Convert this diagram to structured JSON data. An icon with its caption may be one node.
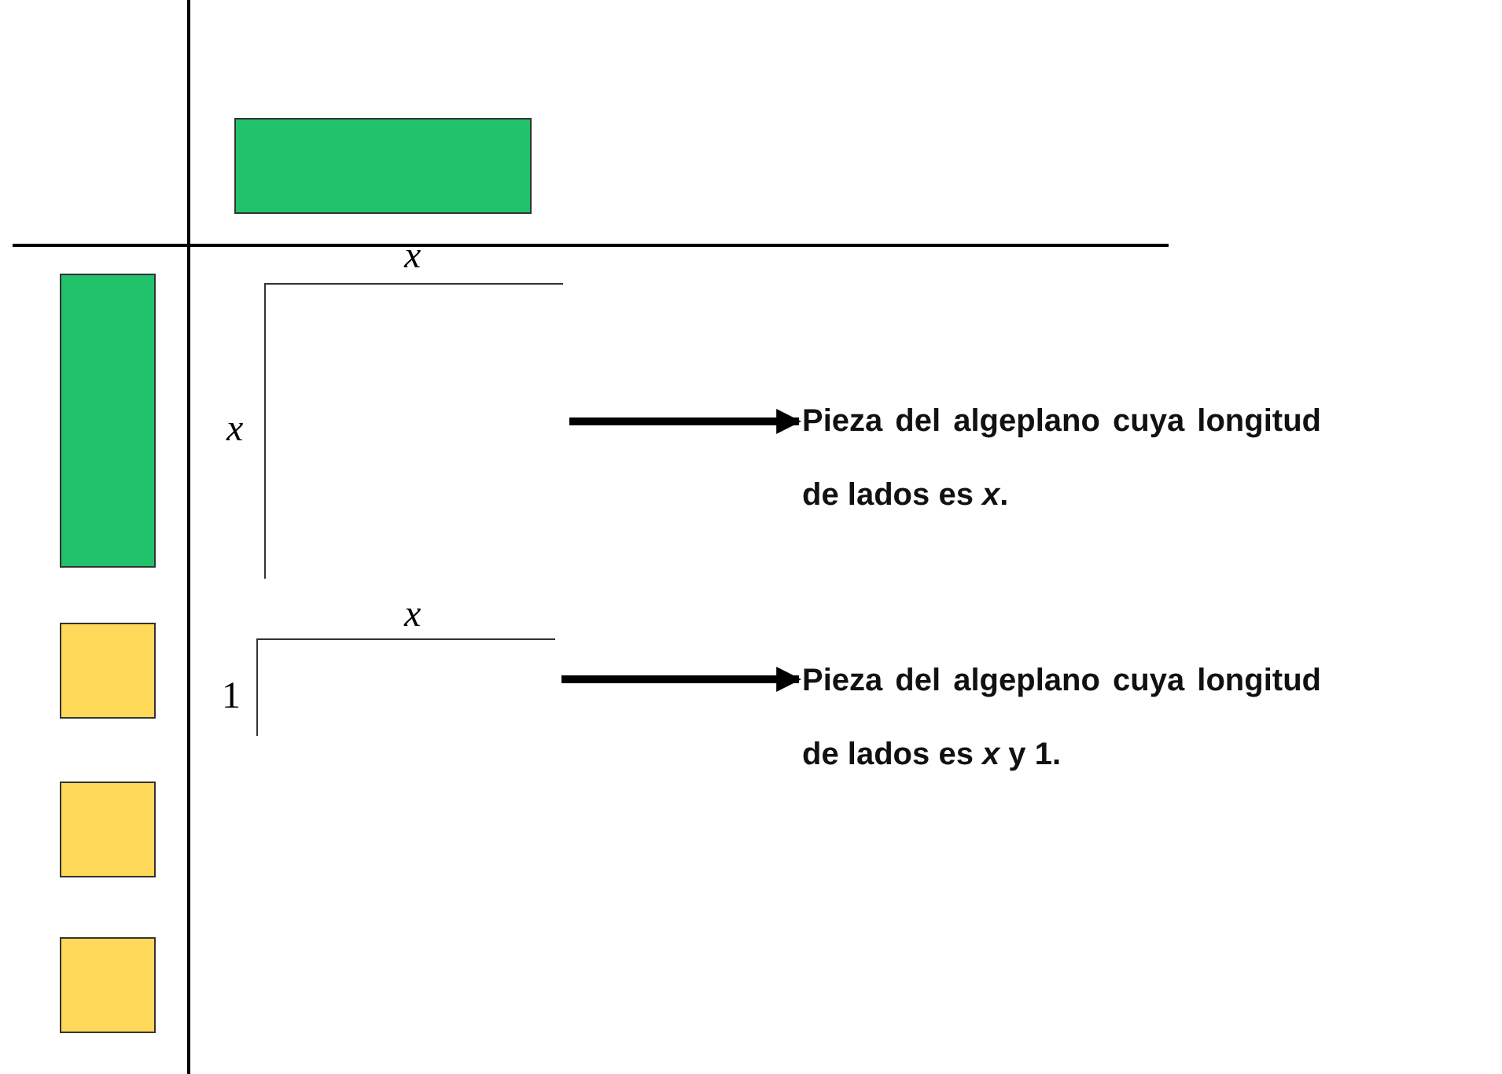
{
  "diagram": {
    "nodes": [
      {
        "text": [],
        "shape": "bar"
      },
      {
        "text": [],
        "shape": "bar"
      },
      {
        "text": [],
        "shape": "box"
      },
      {
        "text": [],
        "shape": "box"
      },
      {
        "text": [],
        "shape": "box"
      },
      {
        "text": [],
        "shape": "box",
        "beside": [
          "*x*",
          "*x*"
        ]
      },
      {
        "text": [],
        "shape": "box",
        "beside": [
          "*x*",
          "1"
        ]
      },
      {
        "text": [
          "Pieza del algeplano cuya longitud de lados es *x*."
        ]
      },
      {
        "text": [
          "Pieza del algeplano cuya longitud de lados es *x* y 1."
        ]
      }
    ],
    "edges": [
      {
        "from": 5,
        "to": 7,
        "arrow": "to"
      },
      {
        "from": 6,
        "to": 8,
        "arrow": "to"
      }
    ]
  }
}
